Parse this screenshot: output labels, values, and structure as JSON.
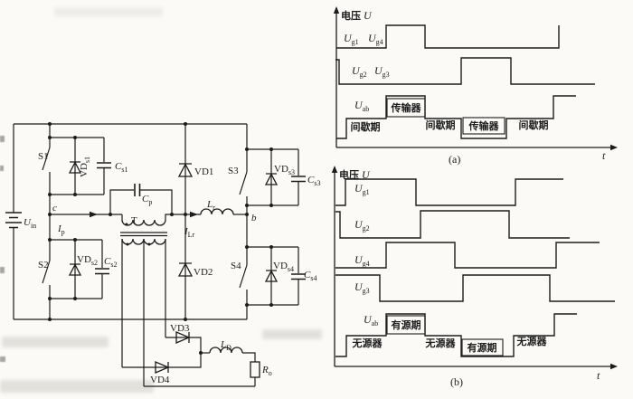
{
  "circuit": {
    "labels": {
      "uin": {
        "t": "U",
        "s": "in"
      },
      "s1": "S1",
      "s2": "S2",
      "s3": "S3",
      "s4": "S4",
      "vds1": {
        "t": "VD",
        "s": "s1"
      },
      "vds2": {
        "t": "VD",
        "s": "s2"
      },
      "vds3": {
        "t": "VD",
        "s": "s3"
      },
      "vds4": {
        "t": "VD",
        "s": "s4"
      },
      "cs1": {
        "t": "C",
        "s": "s1"
      },
      "cs2": {
        "t": "C",
        "s": "s2"
      },
      "cs3": {
        "t": "C",
        "s": "s3"
      },
      "cs4": {
        "t": "C",
        "s": "s4"
      },
      "cp": {
        "t": "C",
        "s": "p"
      },
      "transformer": "T",
      "node_c": "c",
      "node_b": "b",
      "ip": {
        "t": "I",
        "s": "p"
      },
      "ilr": {
        "t": "I",
        "s": "Lr"
      },
      "lr": {
        "t": "L",
        "s": "r"
      },
      "vd1": "VD1",
      "vd2": "VD2",
      "vd3": "VD3",
      "vd4": "VD4",
      "ld": {
        "t": "L",
        "s": "D"
      },
      "ro": {
        "t": "R",
        "s": "o"
      }
    }
  },
  "panel_a": {
    "y_label": "电压",
    "y_var": "U",
    "x_label": "t",
    "caption": "(a)",
    "wave_g14": {
      "l1": {
        "t": "U",
        "s": "g1"
      },
      "l2": {
        "t": "U",
        "s": "g4"
      },
      "points": [
        [
          372,
          53
        ],
        [
          427,
          53
        ],
        [
          427,
          28
        ],
        [
          470,
          28
        ],
        [
          470,
          53
        ],
        [
          618,
          53
        ],
        [
          618,
          28
        ]
      ]
    },
    "wave_g23": {
      "l1": {
        "t": "U",
        "s": "g2"
      },
      "l2": {
        "t": "U",
        "s": "g3"
      },
      "points": [
        [
          371,
          66
        ],
        [
          375,
          66
        ],
        [
          375,
          93
        ],
        [
          510,
          93
        ],
        [
          510,
          64
        ],
        [
          565,
          64
        ],
        [
          565,
          93
        ],
        [
          658,
          93
        ]
      ]
    },
    "wave_uab": {
      "l": {
        "t": "U",
        "s": "ab"
      },
      "points": [
        [
          372,
          153
        ],
        [
          383,
          153
        ],
        [
          383,
          131
        ],
        [
          427,
          131
        ],
        [
          427,
          106
        ],
        [
          470,
          106
        ],
        [
          470,
          131
        ],
        [
          510,
          131
        ],
        [
          510,
          153
        ],
        [
          560,
          153
        ],
        [
          560,
          131
        ],
        [
          612,
          131
        ],
        [
          612,
          106
        ],
        [
          637,
          106
        ]
      ]
    },
    "segments": [
      "间歇期",
      "传输器",
      "间歇期",
      "传输器",
      "间歇期"
    ]
  },
  "panel_b": {
    "y_label": "电压",
    "y_var": "U",
    "x_label": "t",
    "caption": "(b)",
    "wave_g1": {
      "l": {
        "t": "U",
        "s": "g1"
      },
      "points": [
        [
          371,
          227
        ],
        [
          382,
          227
        ],
        [
          382,
          198
        ],
        [
          460,
          198
        ],
        [
          460,
          227
        ],
        [
          570,
          227
        ],
        [
          570,
          198
        ],
        [
          623,
          198
        ]
      ]
    },
    "wave_g2": {
      "l": {
        "t": "U",
        "s": "g2"
      },
      "points": [
        [
          371,
          234
        ],
        [
          376,
          234
        ],
        [
          376,
          263
        ],
        [
          465,
          263
        ],
        [
          465,
          233
        ],
        [
          563,
          233
        ],
        [
          563,
          263
        ],
        [
          630,
          263
        ]
      ]
    },
    "wave_g4": {
      "l": {
        "t": "U",
        "s": "g4"
      },
      "points": [
        [
          371,
          296
        ],
        [
          427,
          296
        ],
        [
          427,
          268
        ],
        [
          503,
          268
        ],
        [
          503,
          296
        ],
        [
          615,
          296
        ],
        [
          615,
          268
        ],
        [
          663,
          268
        ]
      ]
    },
    "wave_g3": {
      "l": {
        "t": "U",
        "s": "g3"
      },
      "points": [
        [
          371,
          304
        ],
        [
          420,
          304
        ],
        [
          420,
          333
        ],
        [
          512,
          333
        ],
        [
          512,
          304
        ],
        [
          608,
          304
        ],
        [
          608,
          333
        ],
        [
          680,
          333
        ]
      ]
    },
    "wave_uab": {
      "l": {
        "t": "U",
        "s": "ab"
      },
      "points": [
        [
          371,
          394
        ],
        [
          383,
          394
        ],
        [
          383,
          371
        ],
        [
          427,
          371
        ],
        [
          427,
          347
        ],
        [
          470,
          347
        ],
        [
          470,
          371
        ],
        [
          510,
          371
        ],
        [
          510,
          394
        ],
        [
          568,
          394
        ],
        [
          568,
          371
        ],
        [
          613,
          371
        ],
        [
          613,
          347
        ],
        [
          638,
          347
        ]
      ]
    },
    "segments": [
      "无源器",
      "有源期",
      "无源器",
      "有源期",
      "无源器"
    ]
  }
}
